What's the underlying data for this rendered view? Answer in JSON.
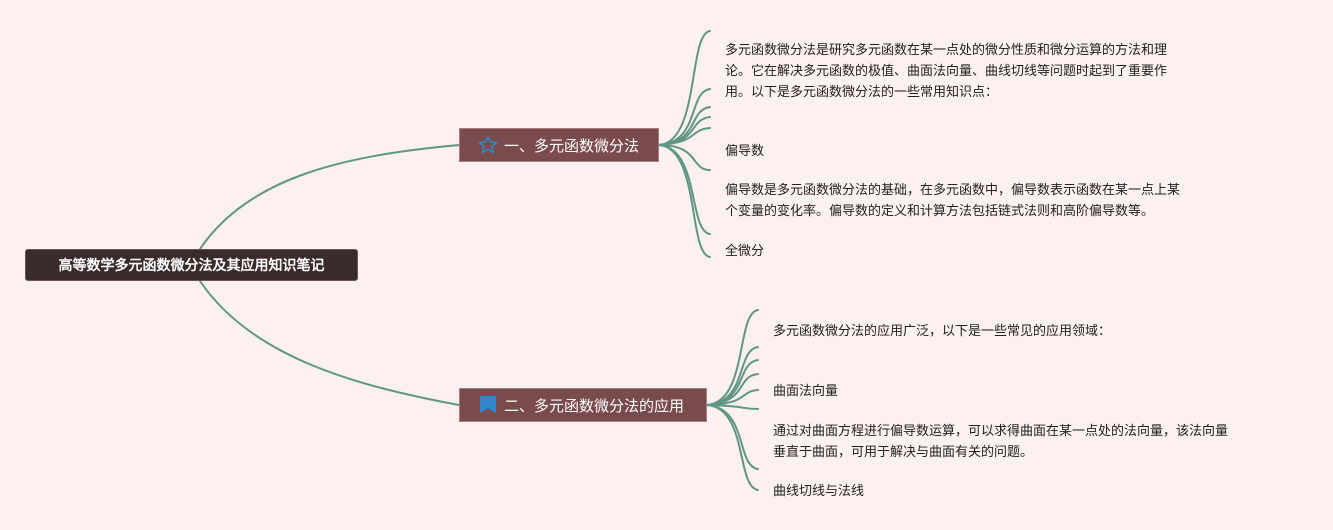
{
  "root": {
    "label": "高等数学多元函数微分法及其应用知识笔记"
  },
  "branches": [
    {
      "label": "一、多元函数微分法",
      "icon": "star-icon",
      "leaves": [
        {
          "lines": [
            "多元函数微分法是研究多元函数在某一点处的微分性质和微分运算的方法和理",
            "论。它在解决多元函数的极值、曲面法向量、曲线切线等问题时起到了重要作",
            "用。以下是多元函数微分法的一些常用知识点："
          ]
        },
        {
          "lines": [
            "偏导数"
          ]
        },
        {
          "lines": [
            "偏导数是多元函数微分法的基础，在多元函数中，偏导数表示函数在某一点上某",
            "个变量的变化率。偏导数的定义和计算方法包括链式法则和高阶偏导数等。"
          ]
        },
        {
          "lines": [
            "全微分"
          ]
        }
      ]
    },
    {
      "label": "二、多元函数微分法的应用",
      "icon": "flag-icon",
      "leaves": [
        {
          "lines": [
            "多元函数微分法的应用广泛，以下是一些常见的应用领域："
          ]
        },
        {
          "lines": [
            "曲面法向量"
          ]
        },
        {
          "lines": [
            "通过对曲面方程进行偏导数运算，可以求得曲面在某一点处的法向量，该法向量",
            "垂直于曲面，可用于解决与曲面有关的问题。"
          ]
        },
        {
          "lines": [
            "曲线切线与法线"
          ]
        }
      ]
    }
  ],
  "colors": {
    "background": "#fdf0f0",
    "connector": "#5f9684",
    "root_fill": "#3a2b2c",
    "topic_fill": "#7a4b4d",
    "icon": "#2f86c8"
  }
}
